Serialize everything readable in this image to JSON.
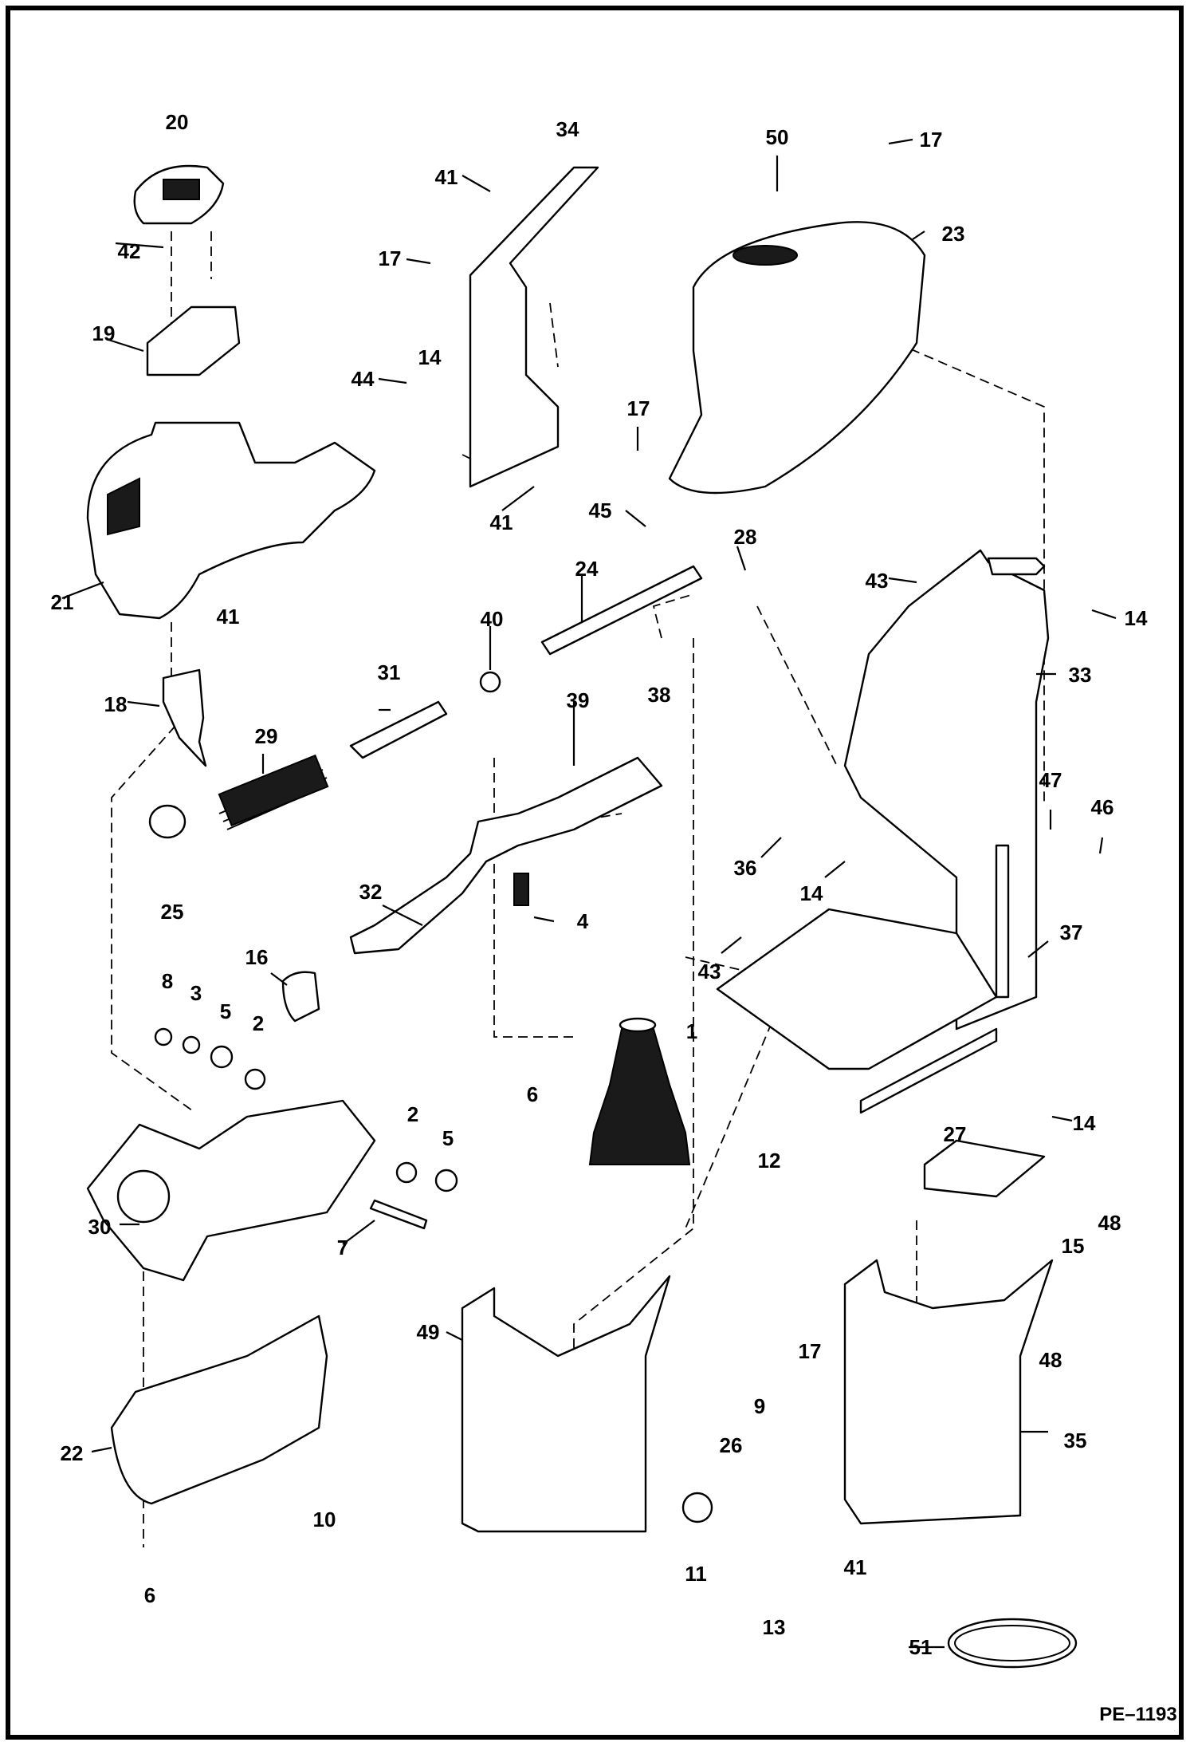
{
  "figure_code": "PE–1193",
  "callouts": [
    {
      "id": "p20a",
      "text": "20"
    },
    {
      "id": "p42",
      "text": "42"
    },
    {
      "id": "p19",
      "text": "19"
    },
    {
      "id": "p21",
      "text": "21"
    },
    {
      "id": "p41a",
      "text": "41"
    },
    {
      "id": "p18",
      "text": "18"
    },
    {
      "id": "p29",
      "text": "29"
    },
    {
      "id": "p25",
      "text": "25"
    },
    {
      "id": "p31",
      "text": "31"
    },
    {
      "id": "p40",
      "text": "40"
    },
    {
      "id": "p24",
      "text": "24"
    },
    {
      "id": "p38",
      "text": "38"
    },
    {
      "id": "p45",
      "text": "45"
    },
    {
      "id": "p28",
      "text": "28"
    },
    {
      "id": "p34",
      "text": "34"
    },
    {
      "id": "p41b",
      "text": "41"
    },
    {
      "id": "p17a",
      "text": "17"
    },
    {
      "id": "p14a",
      "text": "14"
    },
    {
      "id": "p44",
      "text": "44"
    },
    {
      "id": "p41c",
      "text": "41"
    },
    {
      "id": "p50",
      "text": "50"
    },
    {
      "id": "p17b",
      "text": "17"
    },
    {
      "id": "p23",
      "text": "23"
    },
    {
      "id": "p17c",
      "text": "17"
    },
    {
      "id": "p43a",
      "text": "43"
    },
    {
      "id": "p14b",
      "text": "14"
    },
    {
      "id": "p33",
      "text": "33"
    },
    {
      "id": "p39",
      "text": "39"
    },
    {
      "id": "p32",
      "text": "32"
    },
    {
      "id": "p4",
      "text": "4"
    },
    {
      "id": "p16",
      "text": "16"
    },
    {
      "id": "p47",
      "text": "47"
    },
    {
      "id": "p46",
      "text": "46"
    },
    {
      "id": "p36",
      "text": "36"
    },
    {
      "id": "p14c",
      "text": "14"
    },
    {
      "id": "p37",
      "text": "37"
    },
    {
      "id": "p43b",
      "text": "43"
    },
    {
      "id": "p8",
      "text": "8"
    },
    {
      "id": "p3",
      "text": "3"
    },
    {
      "id": "p5a",
      "text": "5"
    },
    {
      "id": "p2a",
      "text": "2"
    },
    {
      "id": "p6a",
      "text": "6"
    },
    {
      "id": "p1",
      "text": "1"
    },
    {
      "id": "p12",
      "text": "12"
    },
    {
      "id": "p2b",
      "text": "2"
    },
    {
      "id": "p5b",
      "text": "5"
    },
    {
      "id": "p30",
      "text": "30"
    },
    {
      "id": "p7",
      "text": "7"
    },
    {
      "id": "p27",
      "text": "27"
    },
    {
      "id": "p14d",
      "text": "14"
    },
    {
      "id": "p48a",
      "text": "48"
    },
    {
      "id": "p15",
      "text": "15"
    },
    {
      "id": "p48b",
      "text": "48"
    },
    {
      "id": "p49",
      "text": "49"
    },
    {
      "id": "p22",
      "text": "22"
    },
    {
      "id": "p10",
      "text": "10"
    },
    {
      "id": "p6b",
      "text": "6"
    },
    {
      "id": "p17d",
      "text": "17"
    },
    {
      "id": "p9",
      "text": "9"
    },
    {
      "id": "p26",
      "text": "26"
    },
    {
      "id": "p35",
      "text": "35"
    },
    {
      "id": "p11",
      "text": "11"
    },
    {
      "id": "p41d",
      "text": "41"
    },
    {
      "id": "p13",
      "text": "13"
    },
    {
      "id": "p51",
      "text": "51"
    }
  ]
}
